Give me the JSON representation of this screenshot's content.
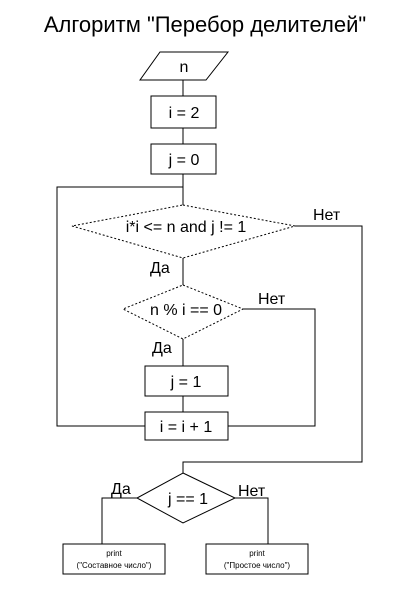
{
  "title": "Алгоритм \"Перебор делителей\"",
  "nodes": {
    "input_n": "n",
    "init_i": "i = 2",
    "init_j": "j = 0",
    "loop_condition": "i*i <= n and j != 1",
    "divisor_check": "n % i == 0",
    "set_j": "j = 1",
    "increment_i": "i = i + 1",
    "final_check": "j == 1",
    "print_composite": {
      "keyword": "print",
      "argument": "(\"Составное число\")"
    },
    "print_prime": {
      "keyword": "print",
      "argument": "(\"Простое число\")"
    }
  },
  "labels": {
    "loop_no": "Нет",
    "loop_yes": "Да",
    "divisor_no": "Нет",
    "divisor_yes": "Да",
    "final_yes": "Да",
    "final_no": "Нет"
  }
}
